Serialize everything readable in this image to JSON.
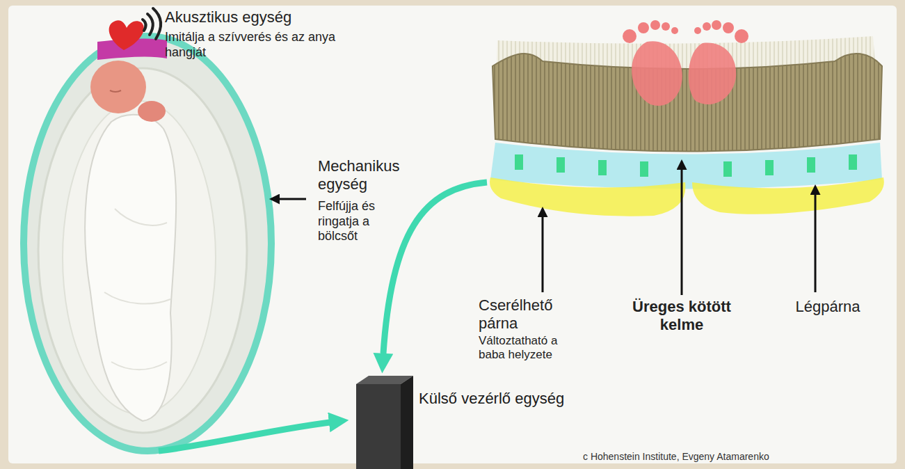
{
  "diagram": {
    "nodes": [
      {
        "text": [
          "Külső vezérlő egység"
        ]
      }
    ],
    "labels": [
      "Akusztikus egység",
      "Imitálja a szívverés és az anya hangját",
      "Mechanikus egység",
      "Felfújja és ringatja a bölcsőt",
      "Cserélhető párna",
      "Változtatható a baba helyzete",
      "Üreges kötött kelme",
      "Légpárna",
      "c Hohenstein Institute, Evgeny Atamarenko"
    ]
  }
}
